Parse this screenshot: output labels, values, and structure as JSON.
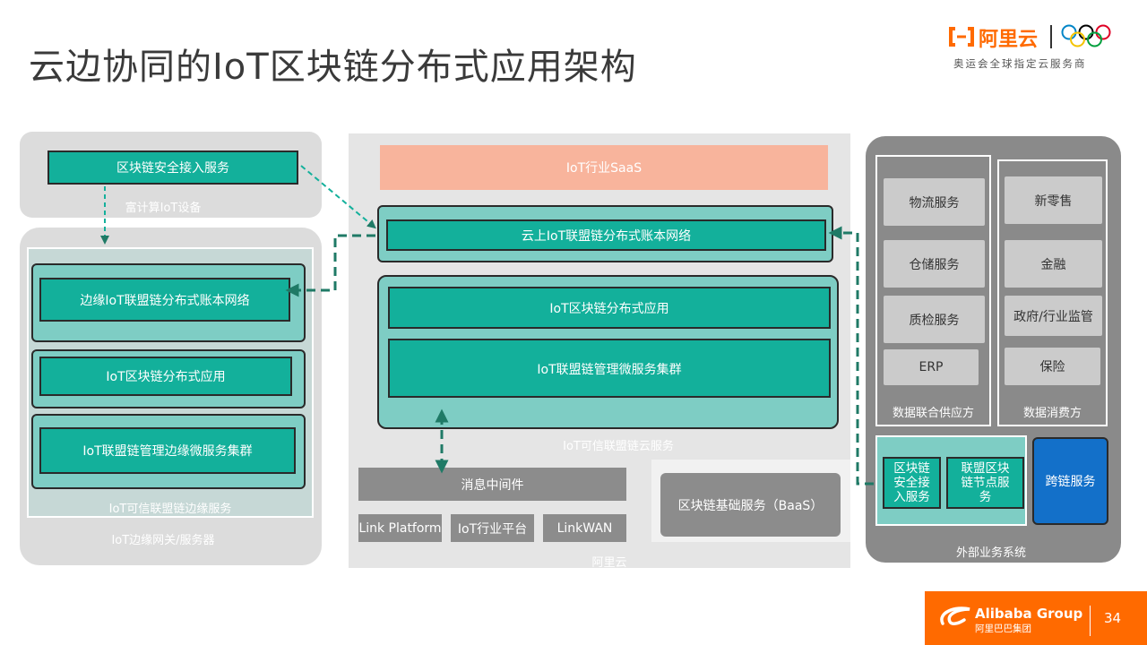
{
  "title": "云边协同的IoT区块链分布式应用架构",
  "brand": {
    "logo_name": "阿里云",
    "tagline": "奥运会全球指定云服务商"
  },
  "left": {
    "device_panel": {
      "box": "区块链安全接入服务",
      "caption": "富计算IoT设备"
    },
    "gateway_panel": {
      "boxes": [
        "边缘IoT联盟链分布式账本网络",
        "IoT区块链分布式应用",
        "IoT联盟链管理边缘微服务集群"
      ],
      "inner_caption": "IoT可信联盟链边缘服务",
      "outer_caption": "IoT边缘网关/服务器"
    }
  },
  "middle": {
    "saas": "IoT行业SaaS",
    "ledger": "云上IoT联盟链分布式账本网络",
    "app": "IoT区块链分布式应用",
    "cluster": "IoT联盟链管理微服务集群",
    "cloud_caption": "IoT可信联盟链云服务",
    "mq": "消息中间件",
    "platforms": [
      "Link Platform",
      "IoT行业平台",
      "LinkWAN"
    ],
    "baas": "区块链基础服务（BaaS）",
    "footer": "阿里云"
  },
  "right": {
    "supply": {
      "items": [
        "物流服务",
        "仓储服务",
        "质检服务",
        "ERP"
      ],
      "caption": "数据联合供应方"
    },
    "consume": {
      "items": [
        "新零售",
        "金融",
        "政府/行业监管",
        "保险"
      ],
      "caption": "数据消费方"
    },
    "bottom": {
      "access": "区块链安全接入服务",
      "node": "联盟区块链节点服务",
      "cross": "跨链服务"
    },
    "caption": "外部业务系统"
  },
  "footer": {
    "group_logo": "Alibaba Group",
    "group_logo_cn": "阿里巴巴集团",
    "page_number": "34"
  },
  "colors": {
    "teal": "#13b09b",
    "mint": "#7ecdc4",
    "saas": "#f8b49c",
    "blue": "#1370c9",
    "orange": "#ff6a00",
    "dark_panel": "#8a8a8a"
  }
}
